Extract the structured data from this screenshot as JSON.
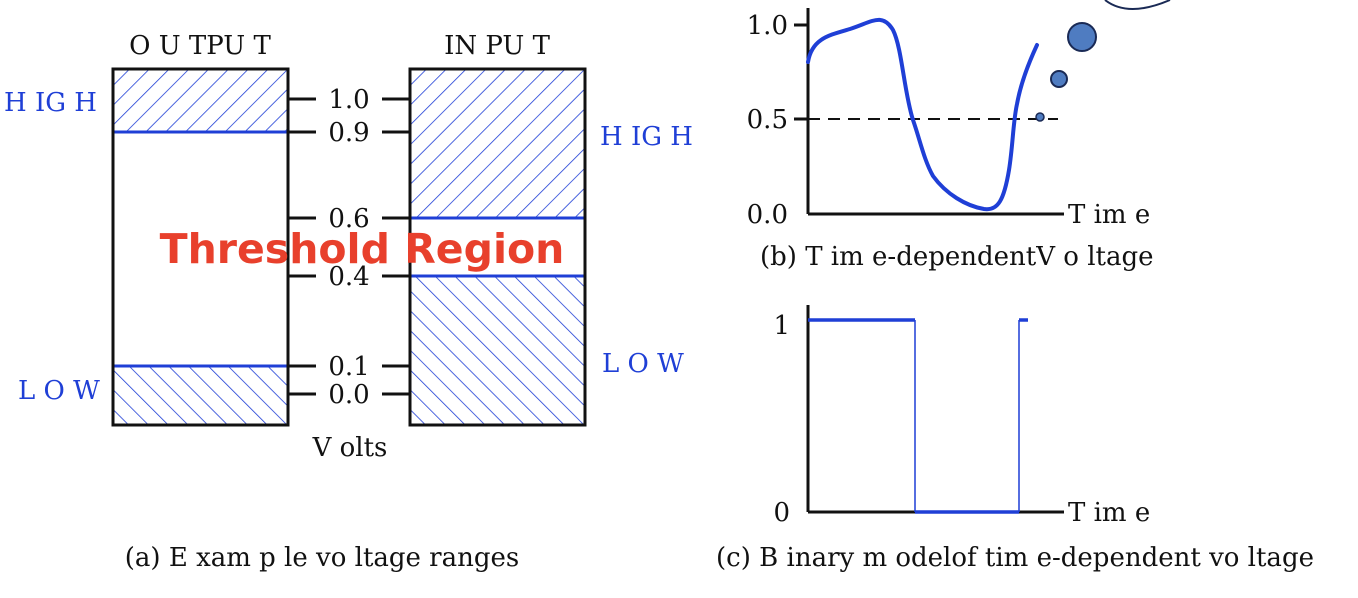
{
  "colors": {
    "ink": "#111111",
    "accent": "#1f3fd6",
    "threshold": "#e8402c",
    "bubble_fill": "#4f7cc1",
    "bubble_stroke": "#1a2a55"
  },
  "panel_a": {
    "output_header": "O U TPU T",
    "input_header": "IN PU T",
    "output_high_label": "H IG H",
    "output_low_label": "L O W",
    "input_high_label": "H IG H",
    "input_low_label": "L O W",
    "ticks": [
      "1.0",
      "0.9",
      "0.6",
      "0.4",
      "0.1",
      "0.0"
    ],
    "axis_label": "V olts",
    "threshold_label": "Threshold Region",
    "caption": "(a) E xam p le vo ltage ranges"
  },
  "panel_b": {
    "y_ticks": [
      "1.0",
      "0.5",
      "0.0"
    ],
    "x_label": "T im e",
    "caption": "(b) T im e-dependentV o ltage"
  },
  "panel_c": {
    "y_ticks": [
      "1",
      "0"
    ],
    "x_label": "T im e",
    "caption": "(c) B inary m odelof tim e-dependent vo ltage"
  }
}
